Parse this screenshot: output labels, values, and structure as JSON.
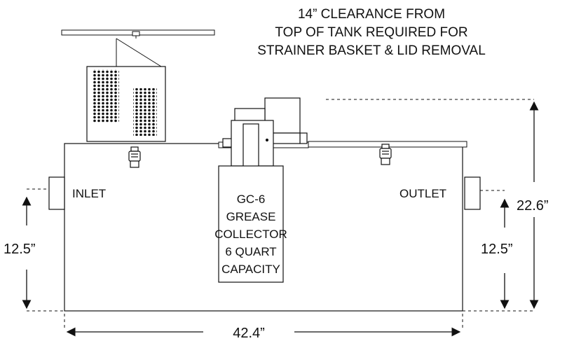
{
  "notes": {
    "clearance_line1": "14” CLEARANCE FROM",
    "clearance_line2": "TOP OF TANK REQUIRED FOR",
    "clearance_line3": "STRAINER BASKET & LID REMOVAL"
  },
  "labels": {
    "inlet": "INLET",
    "outlet": "OUTLET",
    "collector_line1": "GC-6",
    "collector_line2": "GREASE",
    "collector_line3": "COLLECTOR",
    "collector_line4": "6 QUART",
    "collector_line5": "CAPACITY"
  },
  "dimensions": {
    "inlet_height": "12.5”",
    "outlet_height": "12.5”",
    "total_height": "22.6”",
    "tank_length": "42.4”"
  }
}
